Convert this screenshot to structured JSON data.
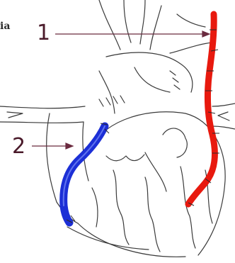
{
  "diagram": {
    "corner_text": "ia",
    "labels": [
      {
        "id": "1",
        "text": "1",
        "target": "red-vessel"
      },
      {
        "id": "2",
        "text": "2",
        "target": "blue-vessel"
      }
    ]
  },
  "colors": {
    "label_text": "#4a1a2a",
    "arrow": "#6b2a3f",
    "red_vessel": "#e8190e",
    "blue_vessel": "#1c2fd6",
    "sketch_line": "#3a3a3a",
    "background": "#ffffff"
  }
}
